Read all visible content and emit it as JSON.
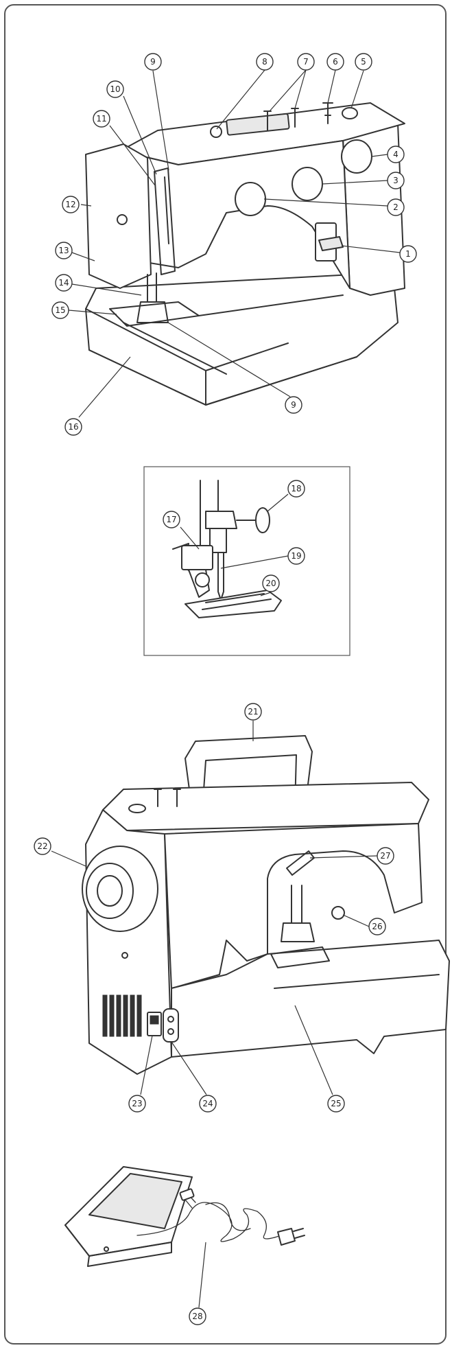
{
  "callouts": {
    "c1": "1",
    "c2": "2",
    "c3": "3",
    "c4": "4",
    "c5": "5",
    "c6": "6",
    "c7": "7",
    "c8": "8",
    "c9a": "9",
    "c9b": "9",
    "c10": "10",
    "c11": "11",
    "c12": "12",
    "c13": "13",
    "c14": "14",
    "c15": "15",
    "c16": "16",
    "c17": "17",
    "c18": "18",
    "c19": "19",
    "c20": "20",
    "c21": "21",
    "c22": "22",
    "c23": "23",
    "c24": "24",
    "c25": "25",
    "c26": "26",
    "c27": "27",
    "c28": "28"
  },
  "colors": {
    "ink": "#333333",
    "border": "#555555",
    "paper": "#ffffff"
  }
}
